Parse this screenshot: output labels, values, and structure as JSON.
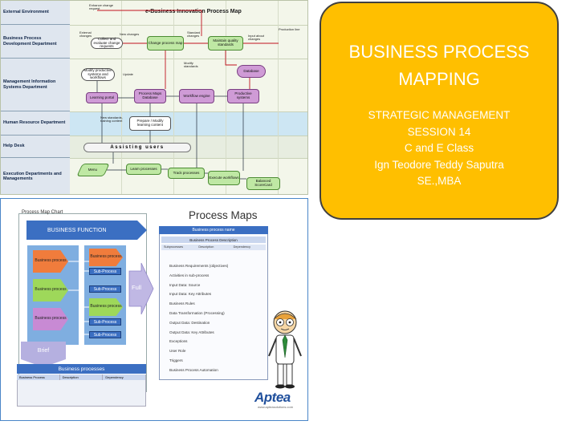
{
  "map1": {
    "title": "e-Business Innovation Process Map",
    "lanes": [
      "External Environment",
      "Business Process Development Department",
      "Management Information Systems Department",
      "Human Resource Department",
      "Help Desk",
      "Execution Departments and Managements"
    ],
    "boxes": {
      "change_process_map": "Change process map",
      "maintain_quality": "Maintain quality standards",
      "modify_productive": "Modify productive systems and workflows",
      "database": "Database",
      "learning_portal": "Learning portal",
      "process_maps_db": "Process Maps Database",
      "workflow_engine": "Workflow engine",
      "productive_systems": "Productive systems",
      "prepare_modify": "Prepare / Modify learning content",
      "assisting_users": "Assisting users",
      "menu": "Menu",
      "learn_processes": "Learn processes",
      "track_processes": "Track processes",
      "execute_workflows": "Execute workflows",
      "balanced_scorecard": "Balanced ScoreCard"
    },
    "notes": {
      "enhance": "Enhance change request",
      "external_changes": "External changes",
      "collect": "Collect and evaluate change requests",
      "new_changes": "New changes",
      "standard_changes": "Standard changes",
      "input_sources": "Input about changes",
      "update": "Update",
      "new_standards": "New standards, training content",
      "modify_standards": "Modify standards",
      "production_line": "Production line"
    }
  },
  "card": {
    "title_line1": "BUSINESS PROCESS",
    "title_line2": "MAPPING",
    "sub_line1": "STRATEGIC MANAGEMENT",
    "sub_line2": "SESSION 14",
    "sub_line3": "C and E Class",
    "sub_line4": "Ign Teodore Teddy Saputra",
    "sub_line5": "SE.,MBA"
  },
  "map2": {
    "chart_title": "Process Map Chart",
    "title": "Process Maps",
    "business_function": "BUSINESS FUNCTION",
    "business_process": "Business process",
    "sub_process": "Sub-Process",
    "business_process_mid": "Business process",
    "full": "Full",
    "brief": "Brief",
    "bp_head": "Business processes",
    "bp_cols": [
      "Business Process",
      "Description",
      "Dependency"
    ],
    "doc_head": "Business process name",
    "doc_sub": "Business Process Description",
    "doc_cols": [
      "Subprocesses",
      "Description",
      "Dependency"
    ],
    "doc_items": [
      "Business Requirements (objectives)",
      "Activities in sub-process",
      "Input Data: Source",
      "Input Data: Key Attributes",
      "Business Rules",
      "Data Transformation (Processing)",
      "Output Data: Destination",
      "Output Data: Key Attributes",
      "Exceptions",
      "User Role",
      "Triggers",
      "Business Process Automation"
    ],
    "logo": "Aptea",
    "logo_sub": "www.apteasolutions.com"
  },
  "colors": {
    "card_fill": "#ffbf00",
    "blue": "#3b6fc2",
    "violet": "#cf9bd6",
    "green": "#bfe8a4"
  }
}
